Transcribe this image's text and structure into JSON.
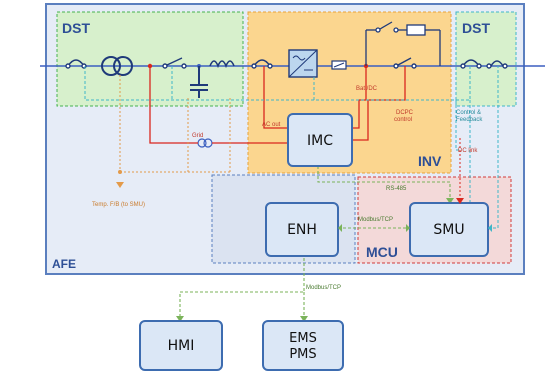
{
  "regions": {
    "afe": "AFE",
    "dst_left": "DST",
    "dst_right": "DST",
    "inv": "INV",
    "mcu": "MCU"
  },
  "blocks": {
    "imc": "IMC",
    "enh": "ENH",
    "smu": "SMU",
    "hmi": "HMI",
    "ems_line1": "EMS",
    "ems_line2": "PMS"
  },
  "signals": {
    "grid": "Grid",
    "ac_out": "AC out",
    "bat_dc": "Bat./DC",
    "dcpc_line1": "DCPC",
    "dcpc_line2": "control",
    "control_line1": "Control &",
    "control_line2": "Feedback",
    "dc_link": "DC link",
    "rs485": "RS-485",
    "modbus_inner": "Modbus/TCP",
    "modbus_outer": "Modbus/TCP",
    "temp_fb": "Temp. F/B (to SMU)"
  },
  "colors": {
    "afe_fill": "#e6ecf7",
    "afe_border": "#5b7fbf",
    "dst_fill": "#d7f0cc",
    "dst_border": "#45b24f",
    "inv_fill": "#fbd68f",
    "inv_border": "#e8a23a",
    "mcu_fill": "#f3d9d9",
    "mcu_border": "#d23b3b",
    "block_fill": "#dbe7f6",
    "block_border": "#3d6cb0",
    "bus_line": "#3b5fc0",
    "red_signal": "#d9271f",
    "green_signal": "#7bb35a",
    "orange_signal": "#e39a4a",
    "cyan_signal": "#3fb6c8"
  }
}
